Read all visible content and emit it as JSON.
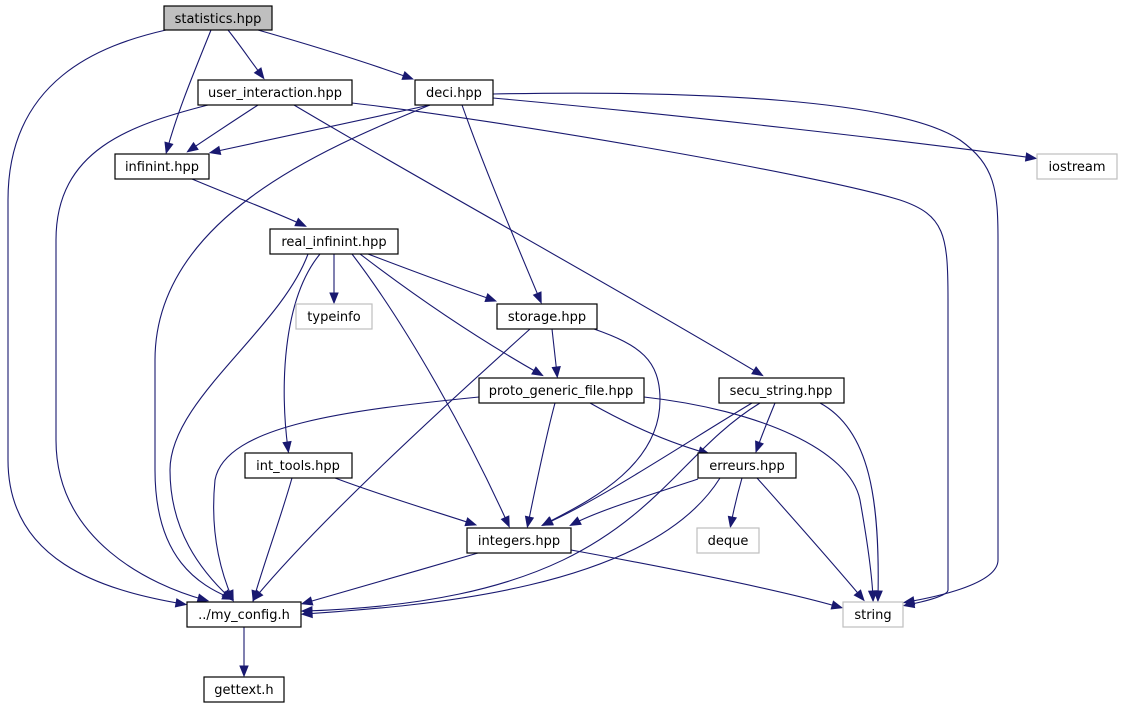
{
  "title": "",
  "colors": {
    "edge": "#191970",
    "root_fill": "#bfbfbf",
    "node_border": "#000000",
    "external_border": "#bfbfbf",
    "background": "#ffffff"
  },
  "nodes": {
    "statistics": {
      "label": "statistics.hpp",
      "kind": "root"
    },
    "user_interaction": {
      "label": "user_interaction.hpp",
      "kind": "local"
    },
    "deci": {
      "label": "deci.hpp",
      "kind": "local"
    },
    "infinint": {
      "label": "infinint.hpp",
      "kind": "local"
    },
    "iostream": {
      "label": "iostream",
      "kind": "external"
    },
    "real_infinint": {
      "label": "real_infinint.hpp",
      "kind": "local"
    },
    "typeinfo": {
      "label": "typeinfo",
      "kind": "external"
    },
    "storage": {
      "label": "storage.hpp",
      "kind": "local"
    },
    "proto_generic_file": {
      "label": "proto_generic_file.hpp",
      "kind": "local"
    },
    "secu_string": {
      "label": "secu_string.hpp",
      "kind": "local"
    },
    "int_tools": {
      "label": "int_tools.hpp",
      "kind": "local"
    },
    "erreurs": {
      "label": "erreurs.hpp",
      "kind": "local"
    },
    "integers": {
      "label": "integers.hpp",
      "kind": "local"
    },
    "deque": {
      "label": "deque",
      "kind": "external"
    },
    "my_config": {
      "label": "../my_config.h",
      "kind": "local"
    },
    "string": {
      "label": "string",
      "kind": "external"
    },
    "gettext": {
      "label": "gettext.h",
      "kind": "local"
    }
  },
  "edges": [
    [
      "statistics",
      "user_interaction"
    ],
    [
      "statistics",
      "deci"
    ],
    [
      "statistics",
      "infinint"
    ],
    [
      "statistics",
      "my_config"
    ],
    [
      "user_interaction",
      "infinint"
    ],
    [
      "user_interaction",
      "my_config"
    ],
    [
      "user_interaction",
      "secu_string"
    ],
    [
      "user_interaction",
      "string"
    ],
    [
      "deci",
      "infinint"
    ],
    [
      "deci",
      "storage"
    ],
    [
      "deci",
      "my_config"
    ],
    [
      "deci",
      "iostream"
    ],
    [
      "deci",
      "string"
    ],
    [
      "infinint",
      "real_infinint"
    ],
    [
      "real_infinint",
      "typeinfo"
    ],
    [
      "real_infinint",
      "storage"
    ],
    [
      "real_infinint",
      "proto_generic_file"
    ],
    [
      "real_infinint",
      "int_tools"
    ],
    [
      "real_infinint",
      "integers"
    ],
    [
      "real_infinint",
      "my_config"
    ],
    [
      "storage",
      "proto_generic_file"
    ],
    [
      "storage",
      "integers"
    ],
    [
      "storage",
      "my_config"
    ],
    [
      "proto_generic_file",
      "erreurs"
    ],
    [
      "proto_generic_file",
      "integers"
    ],
    [
      "proto_generic_file",
      "my_config"
    ],
    [
      "proto_generic_file",
      "string"
    ],
    [
      "secu_string",
      "erreurs"
    ],
    [
      "secu_string",
      "integers"
    ],
    [
      "secu_string",
      "my_config"
    ],
    [
      "secu_string",
      "string"
    ],
    [
      "int_tools",
      "integers"
    ],
    [
      "int_tools",
      "my_config"
    ],
    [
      "erreurs",
      "integers"
    ],
    [
      "erreurs",
      "deque"
    ],
    [
      "erreurs",
      "string"
    ],
    [
      "erreurs",
      "my_config"
    ],
    [
      "integers",
      "my_config"
    ],
    [
      "integers",
      "string"
    ],
    [
      "my_config",
      "gettext"
    ]
  ]
}
